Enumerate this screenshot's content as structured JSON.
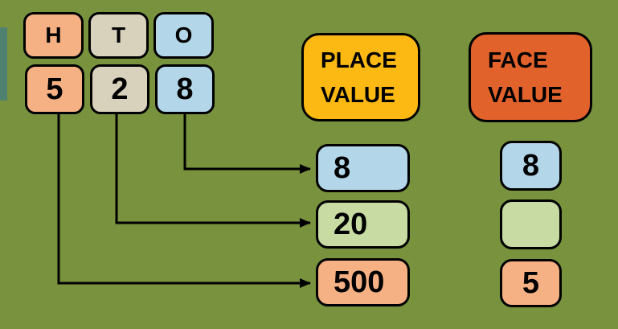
{
  "canvas": {
    "background_color": "#78923d",
    "accent_bar_color": "#4f8171",
    "line_color": "#000000"
  },
  "digit_table": {
    "headers": [
      {
        "label": "H",
        "color": "#f5b183"
      },
      {
        "label": "T",
        "color": "#d8d2bc"
      },
      {
        "label": "O",
        "color": "#b3d7e8"
      }
    ],
    "digits": [
      {
        "value": "5",
        "color": "#f5b183"
      },
      {
        "value": "2",
        "color": "#d8d2bc"
      },
      {
        "value": "8",
        "color": "#b3d7e8"
      }
    ]
  },
  "labels": {
    "place_value": {
      "text": "PLACE VALUE",
      "color": "#fcb813"
    },
    "face_value": {
      "text": "FACE VALUE",
      "color": "#e2622b"
    }
  },
  "place_values": [
    {
      "value": "8",
      "color": "#b3d7e8"
    },
    {
      "value": "20",
      "color": "#c7dba3"
    },
    {
      "value": "500",
      "color": "#f5b183"
    }
  ],
  "face_values": [
    {
      "value": "8",
      "color": "#b3d7e8"
    },
    {
      "value": "",
      "color": "#c7dba3"
    },
    {
      "value": "5",
      "color": "#f5b183"
    }
  ]
}
